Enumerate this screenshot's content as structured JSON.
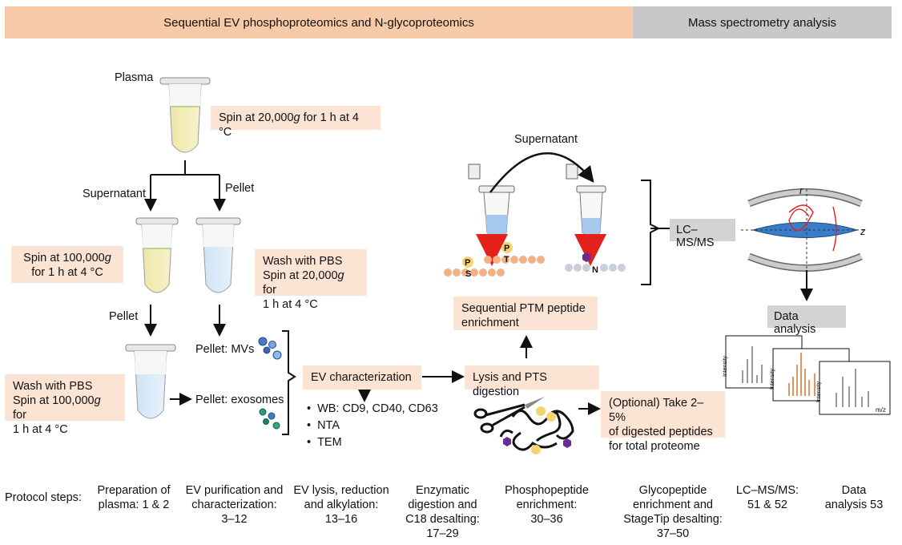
{
  "banner": {
    "left": "Sequential EV phosphoproteomics and N-glycoproteomics",
    "right": "Mass spectrometry analysis"
  },
  "workflow": {
    "plasma": "Plasma",
    "spin1_a": "Spin at 20,000",
    "spin1_g": "g",
    "spin1_b": " for 1 h at 4 °C",
    "supernatant": "Supernatant",
    "pellet": "Pellet",
    "spin2_a": "Spin at 100,000",
    "spin2_g": "g",
    "spin2_b": "for 1 h at 4 °C",
    "wash1_l1": "Wash with PBS",
    "wash1_l2a": "Spin at 20,000",
    "wash1_l2g": "g",
    "wash1_l2b": " for",
    "wash1_l3": "1 h at 4 °C",
    "pellet_left": "Pellet",
    "pellet_mvs": "Pellet: MVs",
    "pellet_exosomes": "Pellet: exosomes",
    "wash2_l1": "Wash with PBS",
    "wash2_l2a": "Spin at 100,000",
    "wash2_l2g": "g",
    "wash2_l2b": " for",
    "wash2_l3": "1 h at 4 °C",
    "ev_char": "EV characterization",
    "ev_methods": [
      "WB: CD9, CD40, CD63",
      "NTA",
      "TEM"
    ],
    "lysis": "Lysis and PTS digestion",
    "optional_l1": "(Optional) Take 2–5%",
    "optional_l2": "of digested peptides",
    "optional_l3": "for total proteome",
    "ptm_l1": "Sequential PTM peptide",
    "ptm_l2": "enrichment",
    "supernatant2": "Supernatant",
    "lcms": "LC–MS/MS",
    "data_analysis": "Data analysis",
    "residues": [
      "P",
      "S",
      "P",
      "T",
      "N"
    ],
    "axis_r": "r",
    "axis_z": "z",
    "spectrum_ylabel": "Intensity",
    "spectrum_xlabel": "m/z"
  },
  "protocol": {
    "label": "Protocol steps:",
    "steps": [
      "Preparation of\nplasma: 1 & 2",
      "EV purification and\ncharacterization:\n3–12",
      "EV lysis, reduction\nand alkylation:\n13–16",
      "Enzymatic\ndigestion and\nC18 desalting:\n17–29",
      "Phosphopeptide\nenrichment:\n30–36",
      "Glycopeptide\nenrichment and\nStageTip desalting:\n37–50",
      "LC–MS/MS:\n51 & 52",
      "Data\nanalysis 53"
    ]
  },
  "colors": {
    "banner_left": "#f6c9a8",
    "banner_right": "#c8c8c8",
    "box_fill": "#fbe4d4",
    "peptide_bead": "#f2b187",
    "glyco_bead": "#c9cfdb",
    "arrow_red": "#e3201b",
    "ion_cloud": "#3a7cc7",
    "spectrum_orange": "#d2691e"
  }
}
